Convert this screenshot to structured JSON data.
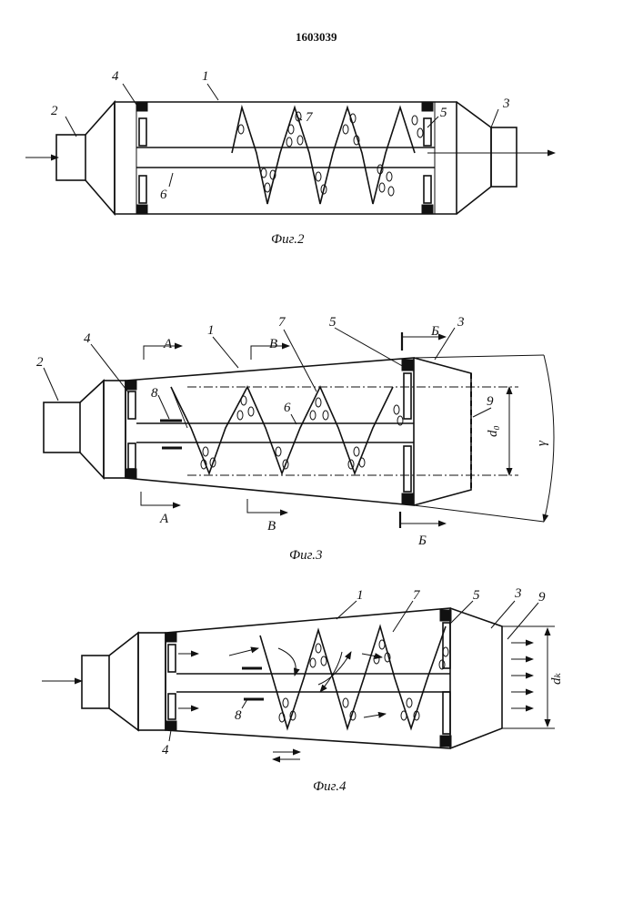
{
  "patent_number": "1603039",
  "figures": [
    {
      "caption": "Фиг.2",
      "labels": [
        "1",
        "2",
        "3",
        "4",
        "5",
        "6",
        "7"
      ]
    },
    {
      "caption": "Фиг.3",
      "labels": [
        "1",
        "2",
        "3",
        "4",
        "5",
        "6",
        "7",
        "8",
        "9"
      ],
      "section_marks": [
        "А",
        "В",
        "Б",
        "А",
        "В",
        "Б"
      ],
      "dimension_labels": [
        "d₀",
        "γ"
      ]
    },
    {
      "caption": "Фиг.4",
      "labels": [
        "1",
        "3",
        "4",
        "5",
        "7",
        "8",
        "9"
      ],
      "dimension_labels": [
        "dₖ"
      ]
    }
  ]
}
